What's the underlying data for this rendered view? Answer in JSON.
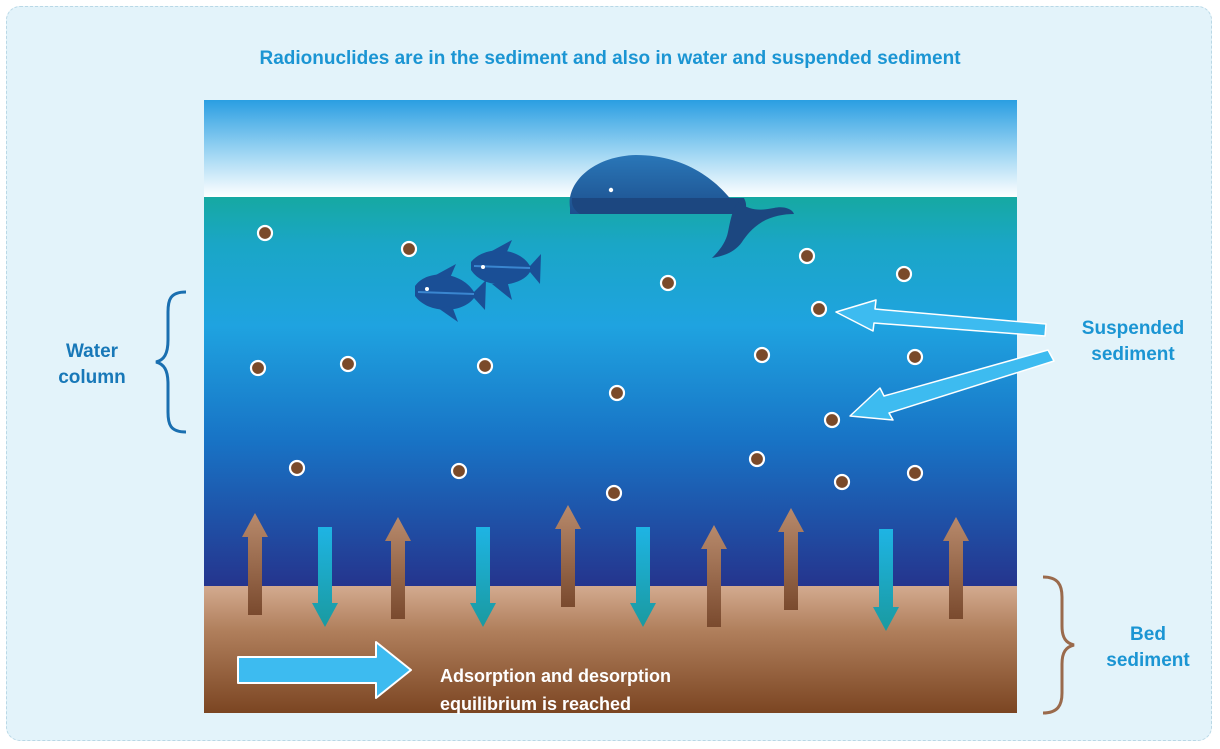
{
  "title": "Radionuclides are in the sediment and also in water and suspended sediment",
  "labels": {
    "water_column": [
      "Water",
      "column"
    ],
    "suspended_sediment": [
      "Suspended",
      "sediment"
    ],
    "bed_sediment": [
      "Bed",
      "sediment"
    ],
    "equilibrium": [
      "Adsorption and desorption",
      "equilibrium is reached"
    ]
  },
  "colors": {
    "title": "#1b95d3",
    "water_column_label": "#1878b8",
    "particle": "#7a4a2a",
    "up_arrow": "#9a6a4c",
    "down_arrow": "#1ba8b0",
    "callout_arrow": "#3dbbf0",
    "bed_bracket": "#9a6a4c",
    "water_bracket": "#1a6fb0"
  },
  "icons": [
    "whale-icon",
    "fish-icon",
    "sediment-particle-icon",
    "brace-icon",
    "arrow-icon"
  ]
}
